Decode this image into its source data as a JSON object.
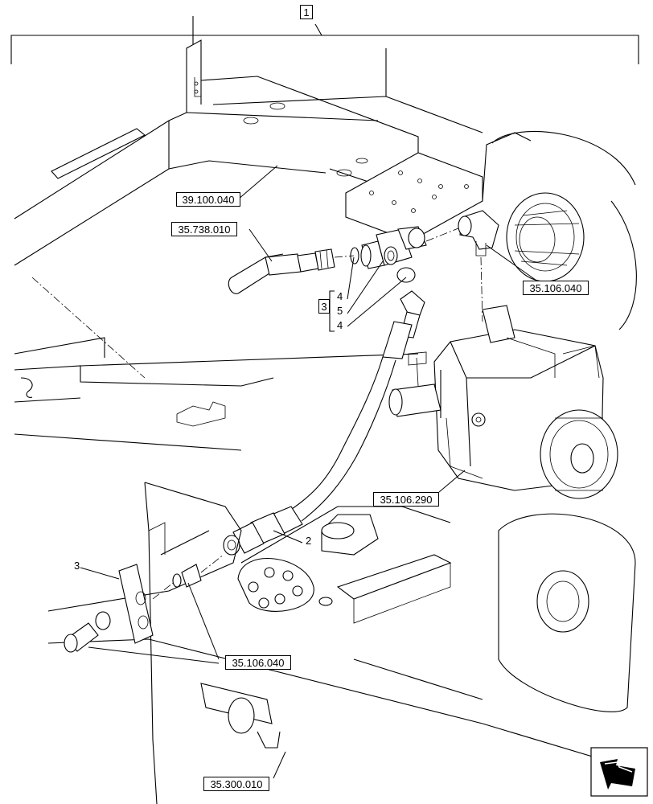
{
  "callouts": {
    "assembly": "1",
    "frame": "39.100.040",
    "hose_connector": "35.738.010",
    "elbow_top": "35.106.040",
    "pump": "35.106.290",
    "fittings_bottom": "35.106.040",
    "frame_bottom": "35.300.010"
  },
  "items": {
    "seal_a": "4",
    "adapter": "5",
    "seal_b": "4",
    "kit": "3",
    "hose": "2",
    "bracket": "3"
  },
  "nav_icon": "arrow-icon"
}
